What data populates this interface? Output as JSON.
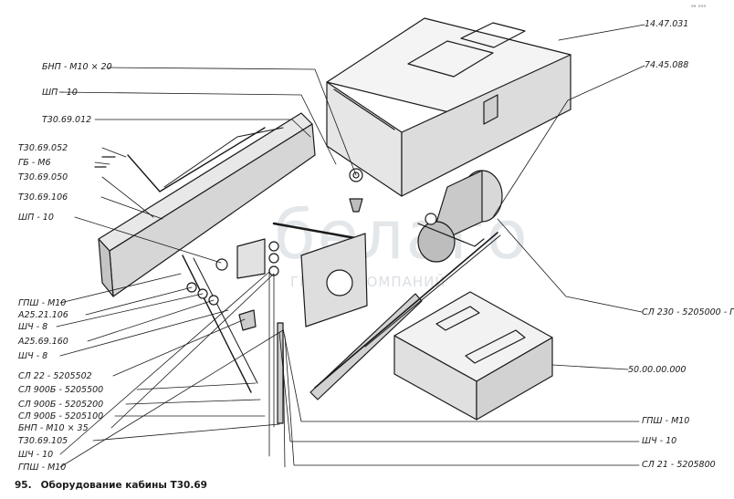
{
  "corner_mark": "ᵃᵃ ᵒᵒᵒ",
  "caption": {
    "number": "95.",
    "title": "Оборудование кабины  Т30.69"
  },
  "watermark": {
    "main": "белаго",
    "sub": "ГРУППА КОМПАНИЙ"
  },
  "labels": {
    "l01": "БНП - М10 × 20",
    "l02": "ШП - 10",
    "l03": "Т30.69.012",
    "l04": "Т30.69.052",
    "l05": "ГБ - М6",
    "l06": "Т30.69.050",
    "l07": "Т30.69.106",
    "l08": "ШП - 10",
    "l09": "ГПШ - М10",
    "l10": "А25.21.106",
    "l11": "ШЧ - 8",
    "l12": "А25.69.160",
    "l13": "ШЧ - 8",
    "l14": "СЛ 22 - 5205502",
    "l15": "СЛ 900Б - 5205500",
    "l16": "СЛ 900Б - 5205200",
    "l17": "СЛ 900Б - 5205100",
    "l18": "БНП - М10 × 35",
    "l19": "Т30.69.105",
    "l20": "ШЧ - 10",
    "l21": "ГПШ - М10",
    "r01": "14.47.031",
    "r02": "74.45.088",
    "r03": "СЛ 230 - 5205000 - Г",
    "r04": "50.00.00.000",
    "r05": "ГПШ - М10",
    "r06": "ШЧ - 10",
    "r07": "СЛ 21 - 5205800"
  }
}
